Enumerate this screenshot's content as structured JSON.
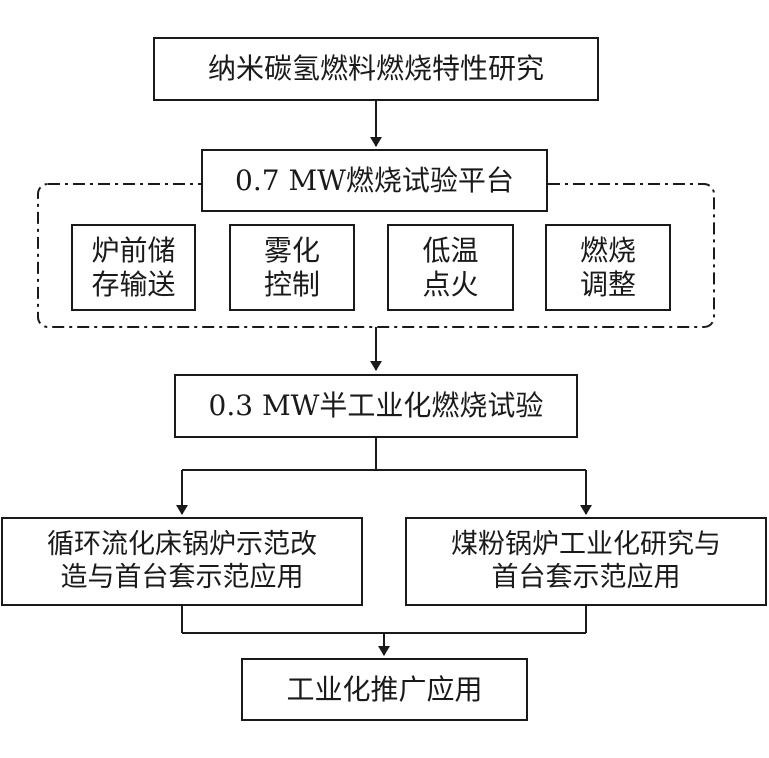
{
  "diagram": {
    "top": "纳米碳氢燃料燃烧特性研究",
    "platform": {
      "title": "0.7 MW燃烧试验平台",
      "modules": [
        [
          "炉前储",
          "存输送"
        ],
        [
          "雾化",
          "控制"
        ],
        [
          "低温",
          "点火"
        ],
        [
          "燃烧",
          "调整"
        ]
      ]
    },
    "semi_industrial": "0.3 MW半工业化燃烧试验",
    "left_branch": [
      "循环流化床锅炉示范改",
      "造与首台套示范应用"
    ],
    "right_branch": [
      "煤粉锅炉工业化研究与",
      "首台套示范应用"
    ],
    "bottom": "工业化推广应用"
  }
}
